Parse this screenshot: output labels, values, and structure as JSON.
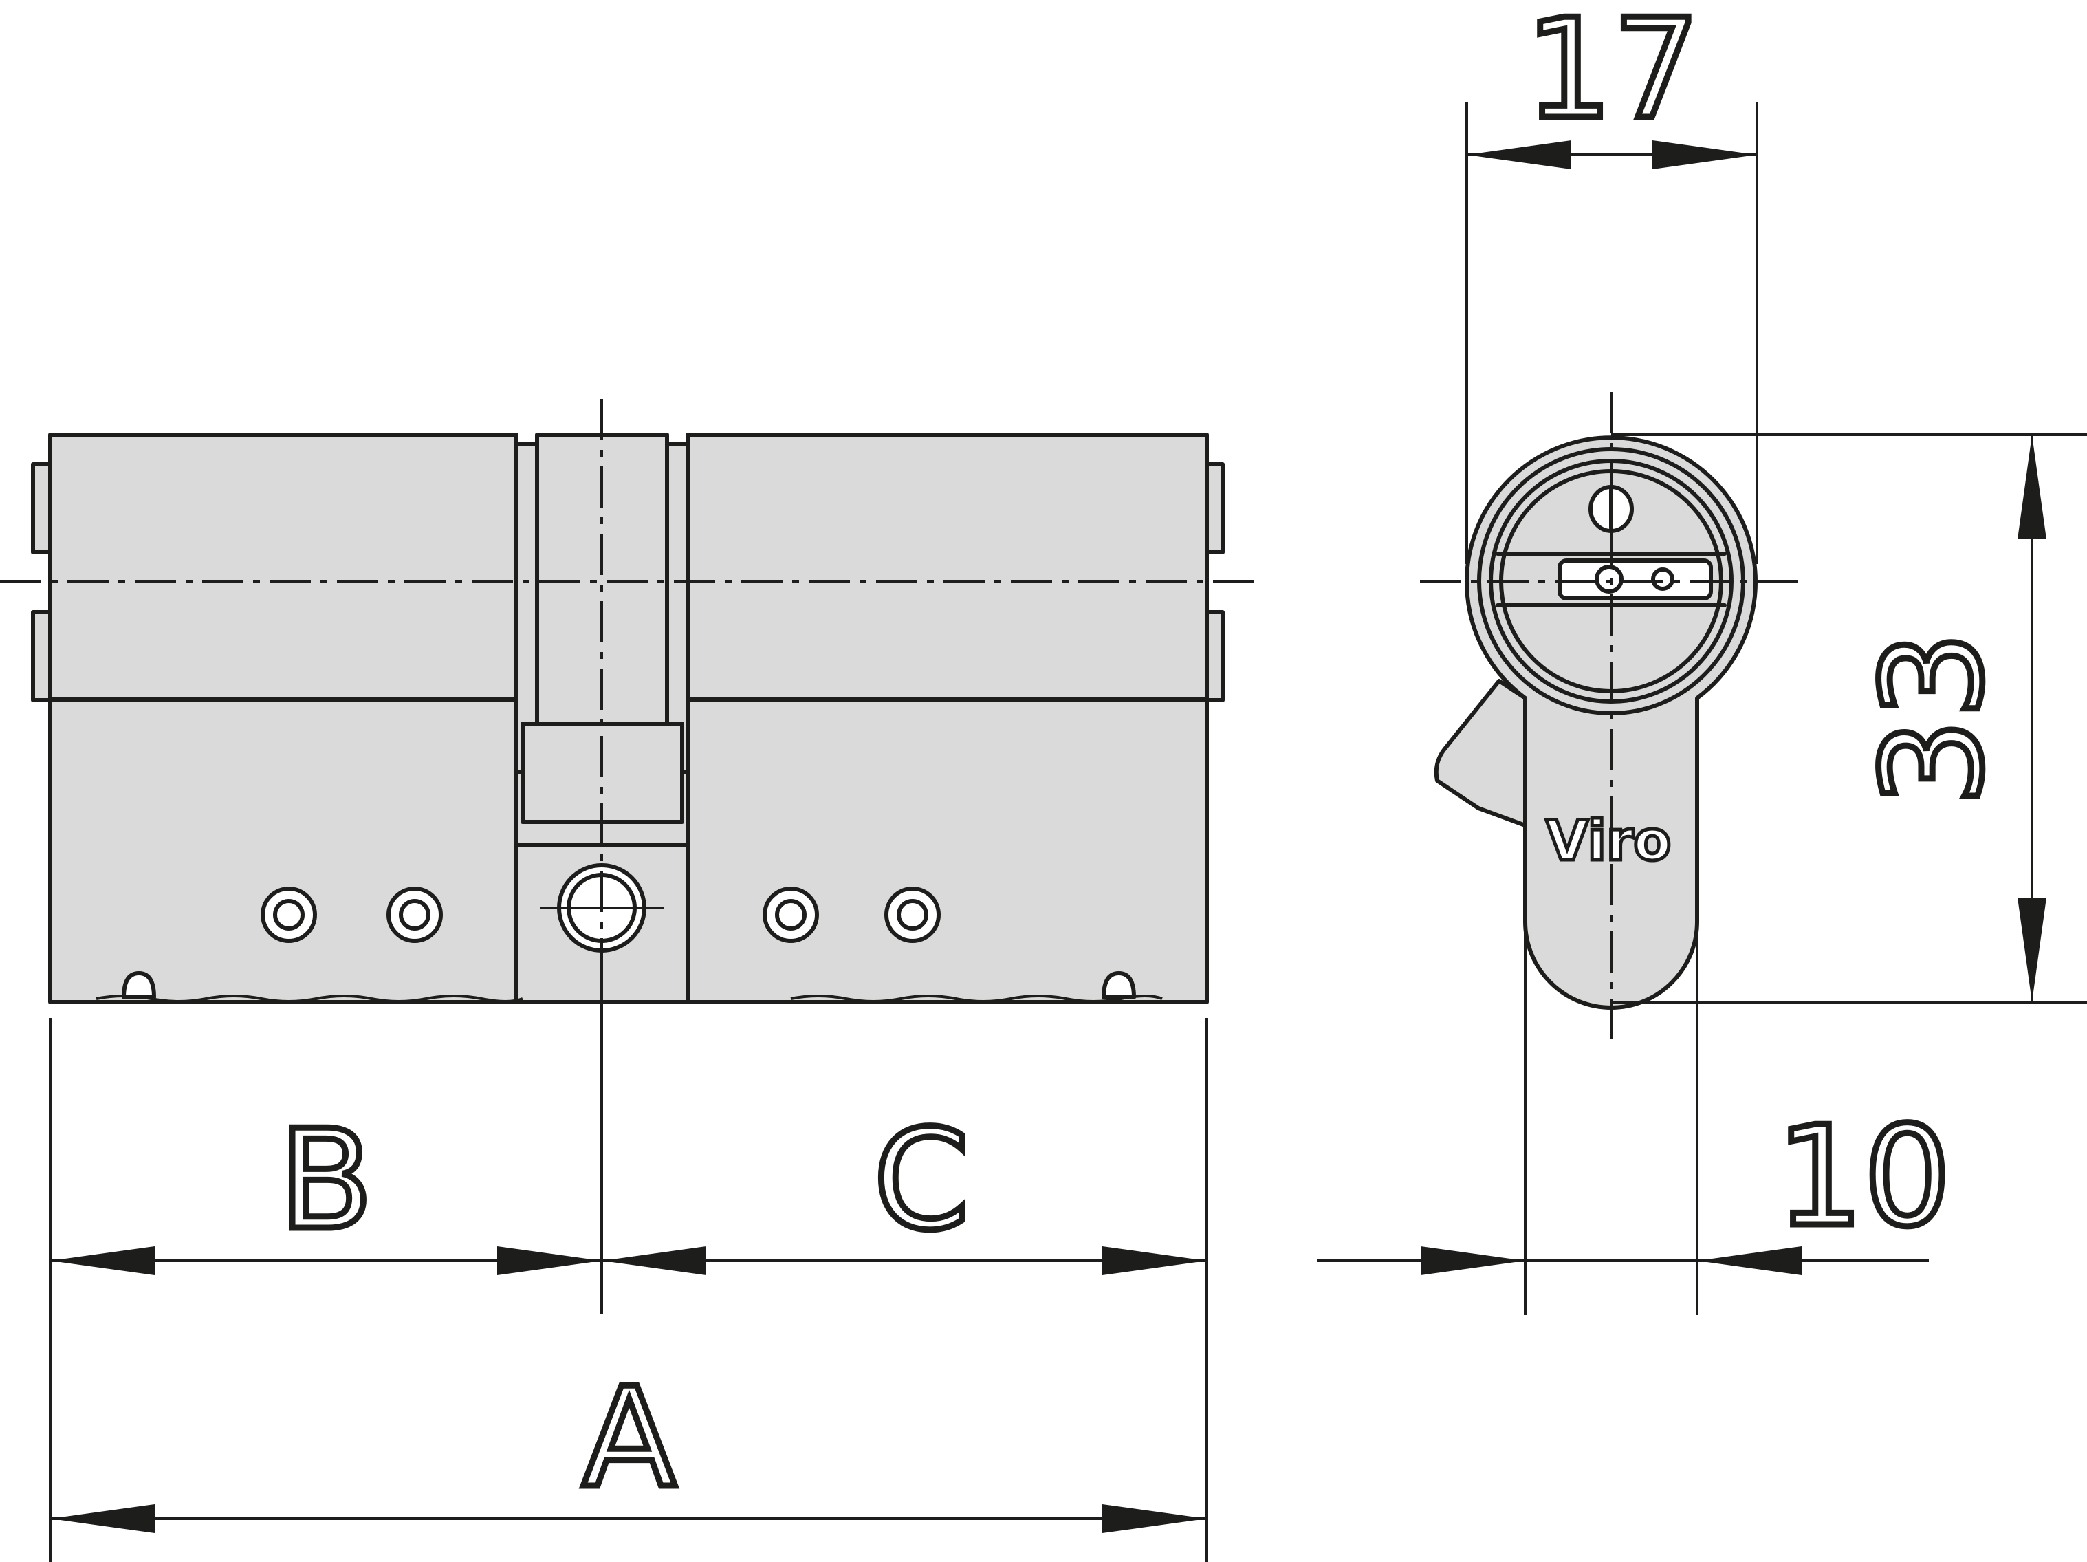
{
  "diagram": {
    "labels": {
      "total_length": "A",
      "side_b": "B",
      "side_c": "C",
      "width": "17",
      "height": "33",
      "cam_offset": "10",
      "brand": "Viro"
    }
  }
}
